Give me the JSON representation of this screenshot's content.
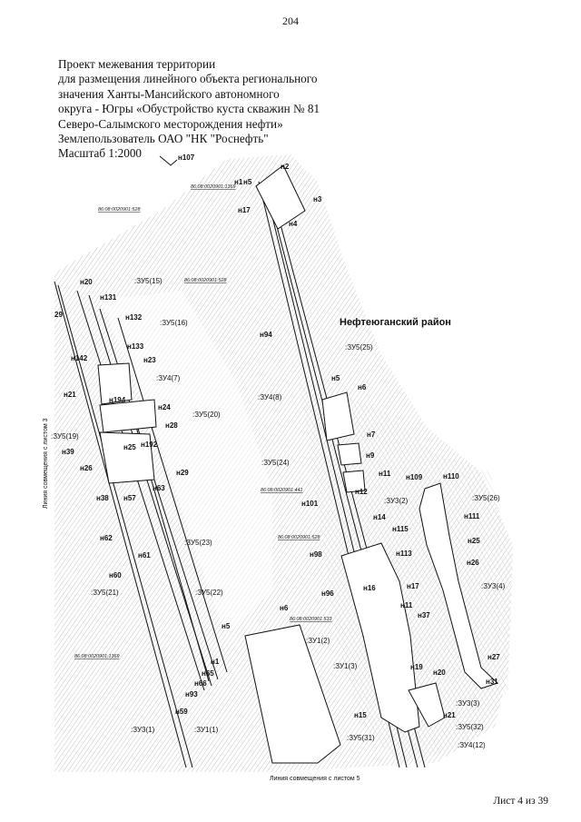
{
  "page": {
    "number": "204",
    "sheet": "Лист 4 из 39"
  },
  "title_lines": [
    "Проект межевания территории",
    "для размещения линейного объекта регионального",
    "значения Ханты-Мансийского автономного",
    "округа - Югры «Обустройство куста скважин № 81",
    "Северо-Салымского месторождения нефти»",
    "Землепользователь ОАО \"НК \"Роснефть\"",
    "Масштаб 1:2000"
  ],
  "map": {
    "district": "Нефтеюганский район",
    "edge_left": "Линия совмещения с листом 3",
    "edge_bottom": "Линия совмещения с листом 5",
    "cadastral": [
      "86:08:0020901:1369",
      "86:08:0020901:528",
      "86:08:0020901:528",
      "86:08:0020901:441",
      "86:08:0020901:528",
      "86:08:0020901:533",
      "86:08:0020901:1369"
    ],
    "points": [
      "н107",
      "н1",
      "н2",
      "н3",
      "н17",
      "н4",
      "н20",
      "н131",
      "н132",
      "н133",
      "н142",
      "н23",
      "н194",
      "н21",
      "н24",
      "н28",
      "н25",
      "н192",
      "н39",
      "н26",
      "н29",
      "н63",
      "н38",
      "н57",
      "н62",
      "н61",
      "н60",
      "н5",
      "н65",
      "н66",
      "н93",
      "н59",
      "н94",
      "н6",
      "н7",
      "н9",
      "н11",
      "н12",
      "н101",
      "н98",
      "н96",
      "н16",
      "н14",
      "н115",
      "н113",
      "н17",
      "н11",
      "н109",
      "н110",
      "н111",
      "н25",
      "н26",
      "н37",
      "н27",
      "н31",
      "н19",
      "н20",
      "н21",
      "н15",
      "н6",
      "н5",
      "н1",
      "н5",
      "29"
    ],
    "parcels": [
      ":ЗУ5(15)",
      ":ЗУ5(16)",
      ":ЗУ4(7)",
      ":ЗУ5(20)",
      ":ЗУ5(19)",
      ":ЗУ5(23)",
      ":ЗУ5(21)",
      ":ЗУ5(22)",
      ":ЗУ5(25)",
      ":ЗУ4(8)",
      ":ЗУ5(24)",
      ":ЗУ3(2)",
      ":ЗУ5(26)",
      ":ЗУ3(4)",
      ":ЗУ1(2)",
      ":ЗУ1(3)",
      ":ЗУ3(3)",
      ":ЗУ5(32)",
      ":ЗУ4(12)",
      ":ЗУ5(31)",
      ":ЗУ3(1)",
      ":ЗУ1(1)"
    ]
  }
}
